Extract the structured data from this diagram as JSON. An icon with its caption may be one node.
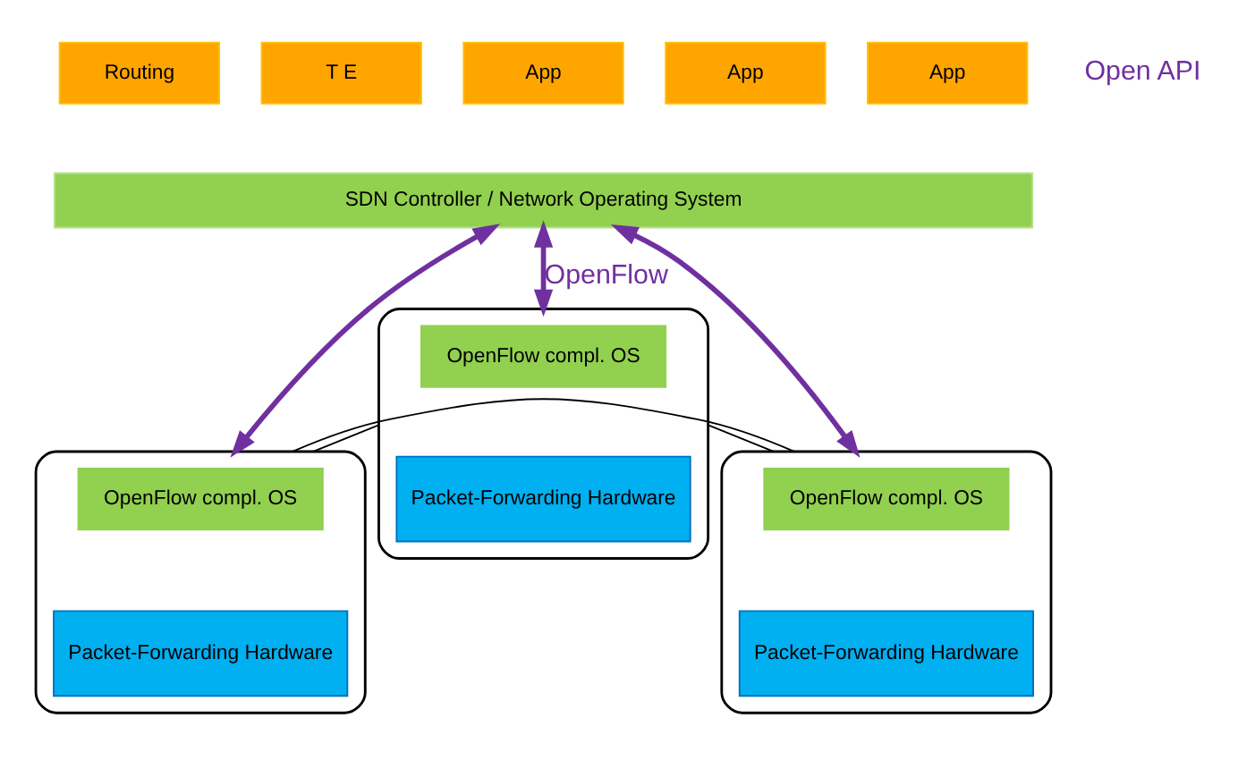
{
  "diagram": {
    "nodes": [
      {
        "text": [
          "Routing"
        ]
      },
      {
        "text": [
          "T E"
        ]
      },
      {
        "text": [
          "App"
        ]
      },
      {
        "text": [
          "App"
        ]
      },
      {
        "text": [
          "App"
        ]
      },
      {
        "text": [
          "SDN Controller / Network Operating System"
        ]
      },
      {
        "text": [],
        "shape": "box"
      },
      {
        "text": [
          "OpenFlow compl. OS"
        ],
        "in": 6
      },
      {
        "text": [
          "Packet-Forwarding Hardware"
        ],
        "in": 6
      },
      {
        "text": [],
        "shape": "box"
      },
      {
        "text": [
          "OpenFlow compl. OS"
        ],
        "in": 9
      },
      {
        "text": [
          "Packet-Forwarding Hardware"
        ],
        "in": 9
      },
      {
        "text": [],
        "shape": "box"
      },
      {
        "text": [
          "OpenFlow compl. OS"
        ],
        "in": 12
      },
      {
        "text": [
          "Packet-Forwarding Hardware"
        ],
        "in": 12
      }
    ],
    "edges": [
      {
        "from": 5,
        "to": 9,
        "arrow": "both",
        "style": "thick",
        "color": "#7030a0"
      },
      {
        "from": 5,
        "to": 6,
        "arrow": "both",
        "label": "OpenFlow",
        "style": "thick",
        "color": "#7030a0"
      },
      {
        "from": 5,
        "to": 12,
        "arrow": "both",
        "style": "thick",
        "color": "#7030a0"
      },
      {
        "from": 6,
        "to": 9,
        "arrow": "none",
        "color": "#000000"
      },
      {
        "from": 6,
        "to": 12,
        "arrow": "none",
        "color": "#000000"
      },
      {
        "from": 9,
        "to": 12,
        "arrow": "none",
        "color": "#000000"
      }
    ],
    "labels": [
      "Open API"
    ]
  }
}
